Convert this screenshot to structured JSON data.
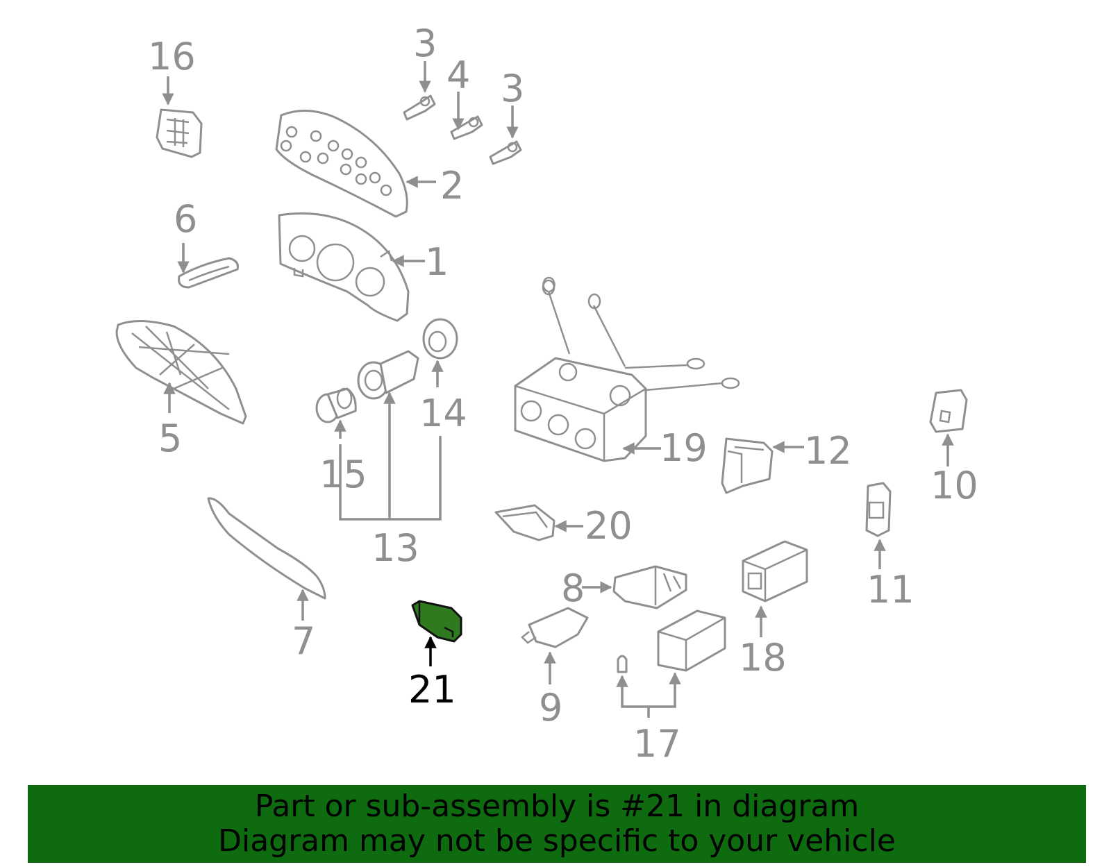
{
  "callouts": {
    "c1": "1",
    "c2": "2",
    "c3a": "3",
    "c3b": "3",
    "c4": "4",
    "c5": "5",
    "c6": "6",
    "c7": "7",
    "c8": "8",
    "c9": "9",
    "c10": "10",
    "c11": "11",
    "c12": "12",
    "c13": "13",
    "c14": "14",
    "c15": "15",
    "c16": "16",
    "c17": "17",
    "c18": "18",
    "c19": "19",
    "c20": "20",
    "c21": "21"
  },
  "highlighted_part": "21",
  "colors": {
    "line_gray": "#8f8f8f",
    "highlight_fill": "#2f7a1f",
    "banner_bg": "#0f6b0f",
    "banner_text": "#000000"
  },
  "banner": {
    "line1": "Part or sub-assembly is #21 in diagram",
    "line2": "Diagram may not be specific to your vehicle"
  }
}
